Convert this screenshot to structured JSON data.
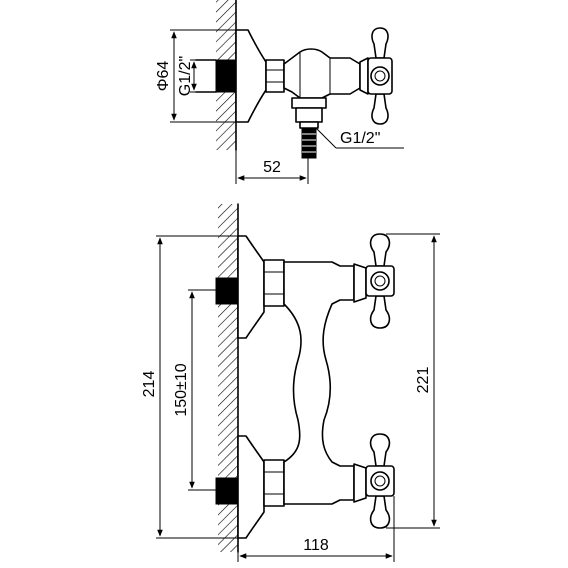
{
  "top_view": {
    "phi_label": "Φ64",
    "thread_left_label": "G1/2\"",
    "thread_right_label": "G1/2\"",
    "depth_label": "52"
  },
  "front_view": {
    "height_label": "214",
    "centers_label": "150±10",
    "overall_label": "221",
    "width_label": "118"
  }
}
